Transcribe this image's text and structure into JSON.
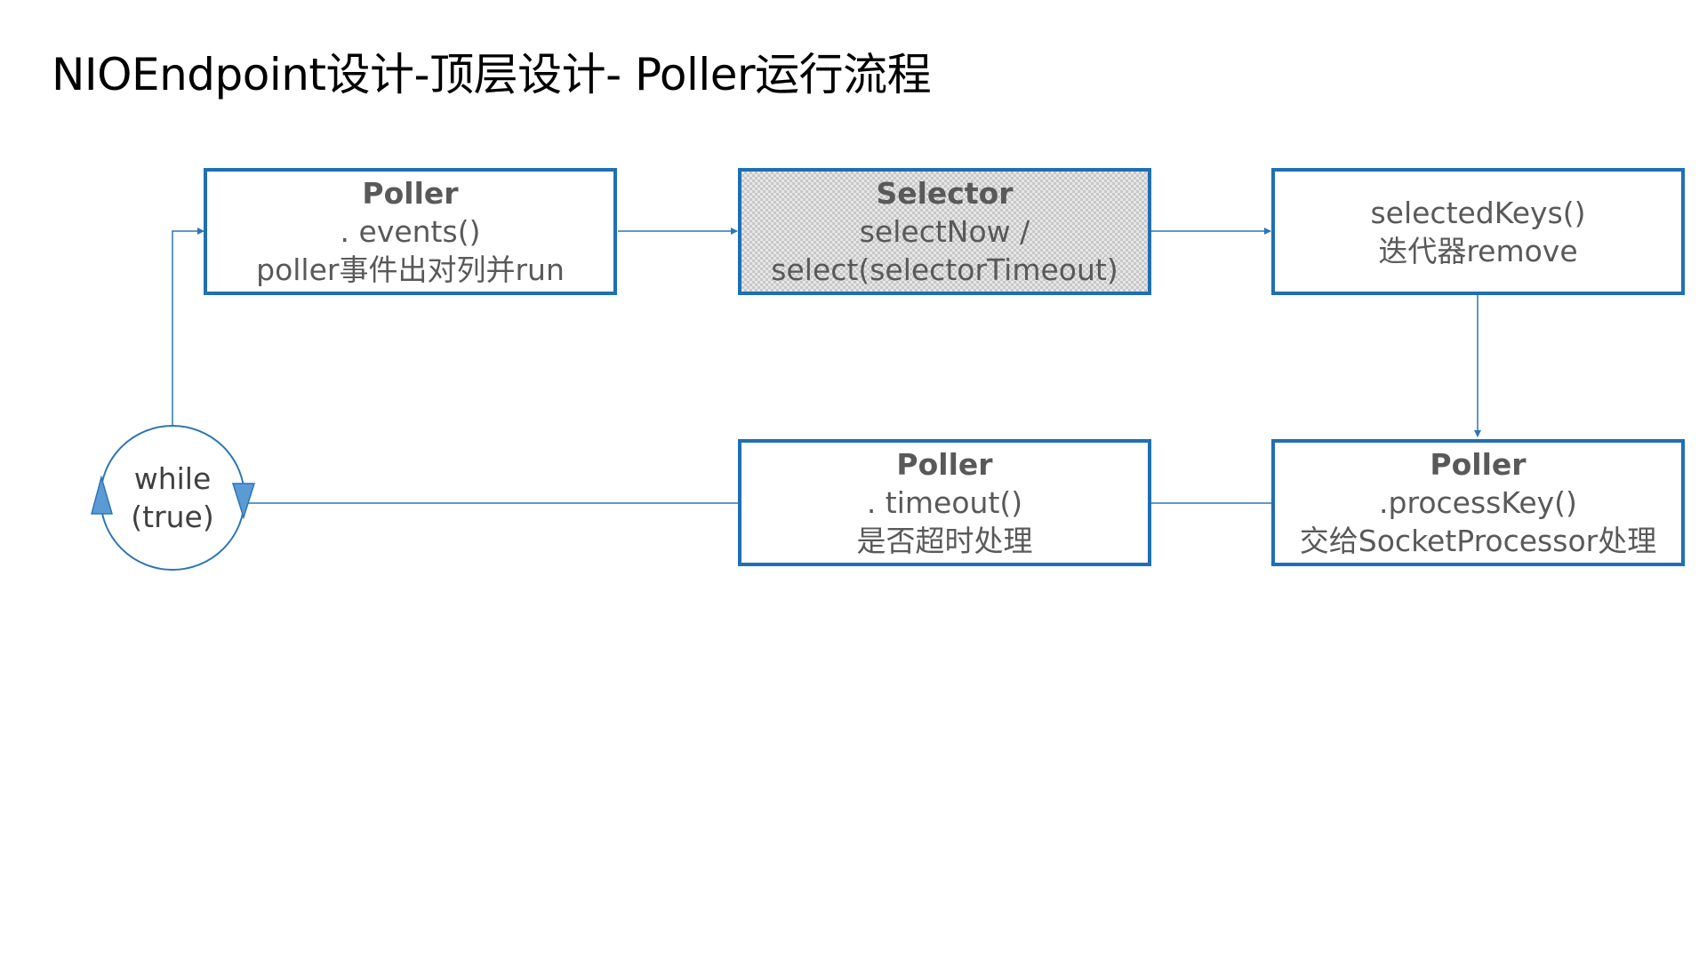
{
  "title": "NIOEndpoint设计-顶层设计- Poller运行流程",
  "colors": {
    "border": "#1f6fb4",
    "connector": "#2e75b6",
    "loop_arrow": "#5b9bd5",
    "text": "#595959"
  },
  "boxes": {
    "events": {
      "heading": "Poller",
      "line1": ". events()",
      "line2": "poller事件出对列并run"
    },
    "selector": {
      "heading": "Selector",
      "line1": "selectNow /",
      "line2": "select(selectorTimeout)"
    },
    "selected_keys": {
      "line1": "selectedKeys()",
      "line2": "迭代器remove"
    },
    "process_key": {
      "heading": "Poller",
      "line1": ".processKey()",
      "line2": "交给SocketProcessor处理"
    },
    "timeout": {
      "heading": "Poller",
      "line1": ". timeout()",
      "line2": "是否超时处理"
    }
  },
  "loop": {
    "line1": "while",
    "line2": "(true)"
  }
}
